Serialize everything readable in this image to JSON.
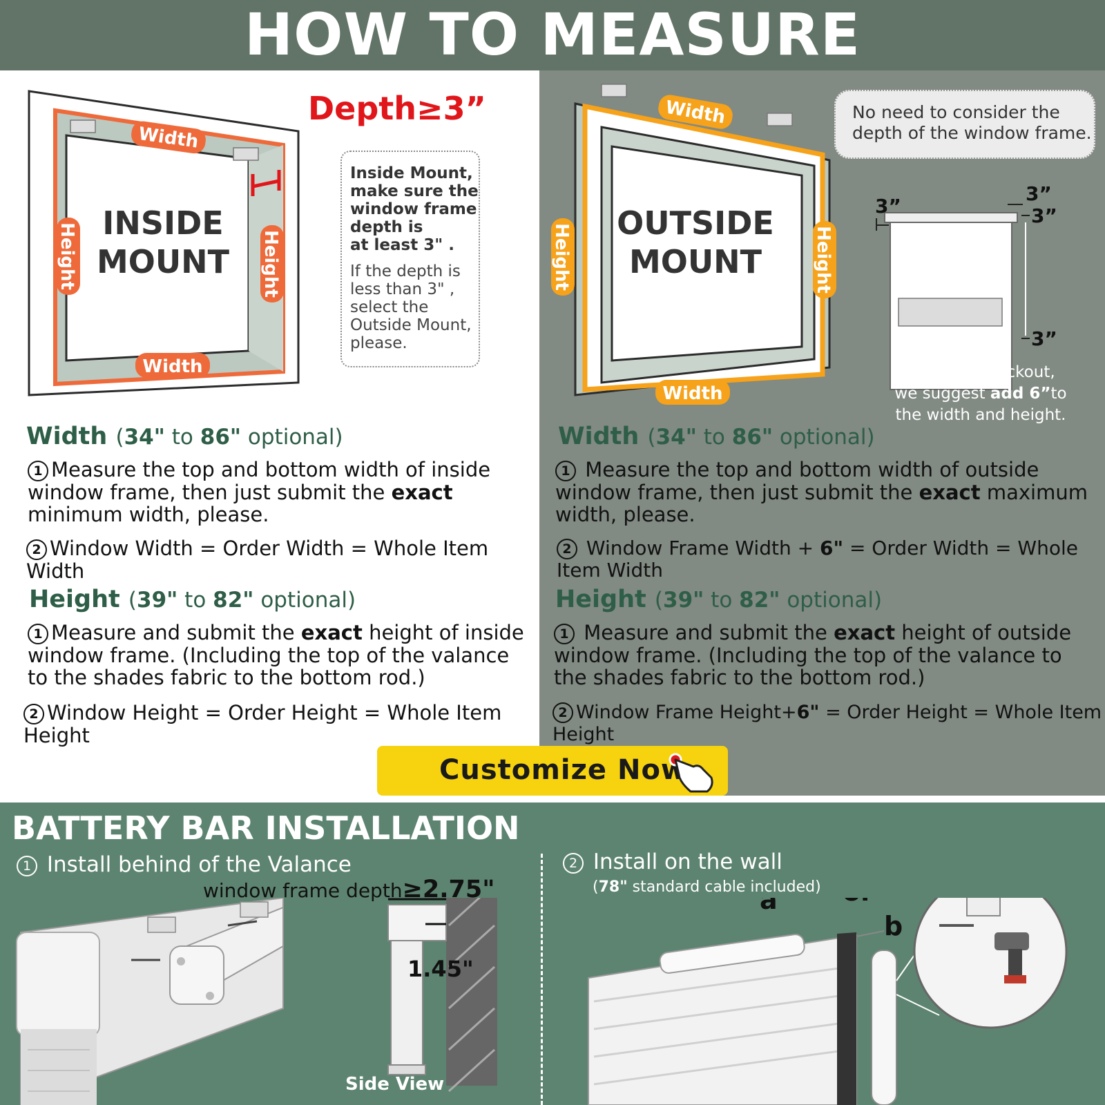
{
  "header": {
    "title": "HOW TO MEASURE"
  },
  "inside": {
    "depth_label": "Depth≥3”",
    "diagram_title_1": "INSIDE",
    "diagram_title_2": "MOUNT",
    "tag_width": "Width",
    "tag_height": "Height",
    "callout_bold_lines": [
      "Inside Mount,",
      "make sure the",
      "window frame",
      "depth is",
      "at least 3\" ."
    ],
    "callout_lines": [
      "If the depth is",
      "less than 3\" ,",
      "select the",
      "Outside Mount,",
      "please."
    ],
    "width_heading": "Width",
    "width_range_a": "(",
    "width_min": "34\"",
    "width_to": " to ",
    "width_max": "86\"",
    "width_opt": " optional)",
    "width_step1_num": "1",
    "width_step1_a": "Measure the top and bottom width of inside window frame, then just submit the ",
    "width_step1_b": "exact",
    "width_step1_c": " minimum width, please.",
    "width_step2_num": "2",
    "width_step2": "Window Width = Order Width = Whole Item Width",
    "height_heading": "Height",
    "height_min": "39\"",
    "height_max": "82\"",
    "height_step1_a": "Measure and submit the ",
    "height_step1_b": "exact",
    "height_step1_c": " height of inside window frame. (Including the top of the valance to the shades fabric to the bottom rod.)",
    "height_step2": "Window Height = Order Height = Whole Item Height"
  },
  "outside": {
    "diagram_title_1": "OUTSIDE",
    "diagram_title_2": "MOUNT",
    "tag_width": "Width",
    "tag_height": "Height",
    "note_lines": [
      "No need to consider the",
      "depth of the window frame."
    ],
    "dim_label": "3”",
    "blackout_1": "For more blackout,",
    "blackout_2a": "we suggest ",
    "blackout_2b": "add 6”",
    "blackout_2c": "to",
    "blackout_3": "the width and height.",
    "width_step1_a": "Measure the top and bottom width of outside window frame, then just submit the ",
    "width_step1_b": "exact",
    "width_step1_c": " maximum width, please.",
    "width_step2_a": "Window Frame Width + ",
    "width_step2_b": "6\"",
    "width_step2_c": " = Order Width = Whole Item Width",
    "height_step1_a": "Measure and submit the ",
    "height_step1_b": "exact",
    "height_step1_c": " height of outside window frame. (Including the top of the valance to the shades fabric to the bottom rod.)",
    "height_step2_a": "Window Frame Height+",
    "height_step2_b": "6\"",
    "height_step2_c": "  = Order Height = Whole Item Height"
  },
  "cta": {
    "label": "Customize Now"
  },
  "battery": {
    "title": "BATTERY BAR INSTALLATION",
    "step1_num": "1",
    "step1": "Install behind of the Valance",
    "depth_label": "window frame depth",
    "depth_value": "≥2.75\"",
    "inner_value": "1.45\"",
    "side_view": "Side View",
    "step2_num": "2",
    "step2": "Install on the wall",
    "step2_sub_a": "(",
    "step2_sub_b": "78\"",
    "step2_sub_c": " standard cable included)",
    "label_a": "a",
    "label_or": "or",
    "label_b": "b"
  },
  "colors": {
    "header_bg": "#627467",
    "right_bg": "#818a83",
    "bottom_bg": "#5d8471",
    "inside_tag": "#ee6a3a",
    "outside_tag": "#f6a21a",
    "depth_red": "#e0161b",
    "cta_yellow": "#f6d20f",
    "green_text": "#2e5e47"
  },
  "icons": [
    "hand-pointer-icon",
    "drill-icon",
    "bracket-icon",
    "screw-icon"
  ]
}
